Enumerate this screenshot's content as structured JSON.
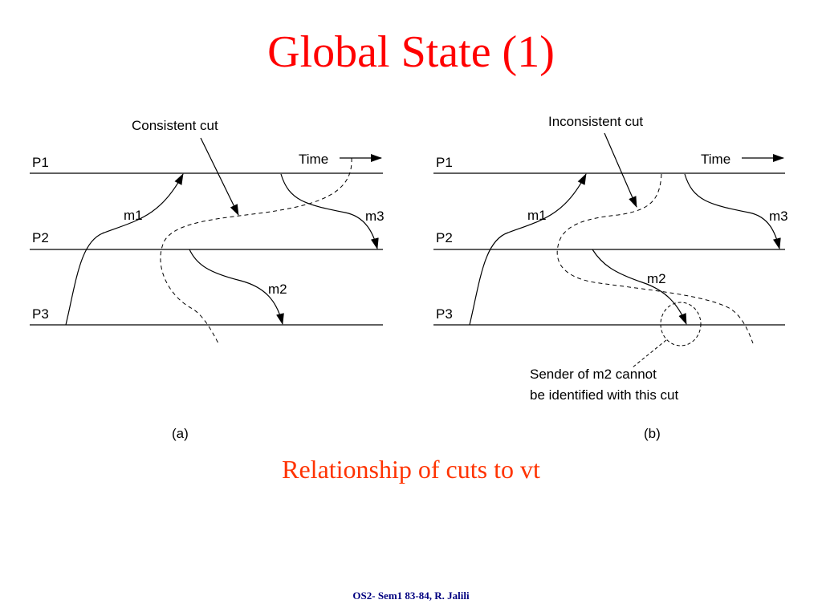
{
  "slide": {
    "title": "Global State (1)",
    "caption": "Relationship of cuts to vt",
    "footer": "OS2- Sem1 83-84, R. Jalili"
  },
  "colors": {
    "title": "#ff0000",
    "caption": "#ff3300",
    "footer": "#000080",
    "line": "#000000"
  },
  "diagram_a": {
    "cut_label": "Consistent cut",
    "time_label": "Time",
    "processes": [
      "P1",
      "P2",
      "P3"
    ],
    "messages": [
      "m1",
      "m2",
      "m3"
    ],
    "panel_label": "(a)"
  },
  "diagram_b": {
    "cut_label": "Inconsistent cut",
    "time_label": "Time",
    "processes": [
      "P1",
      "P2",
      "P3"
    ],
    "messages": [
      "m1",
      "m2",
      "m3"
    ],
    "note_line1": "Sender of m2 cannot",
    "note_line2": "be identified with this cut",
    "panel_label": "(b)"
  }
}
